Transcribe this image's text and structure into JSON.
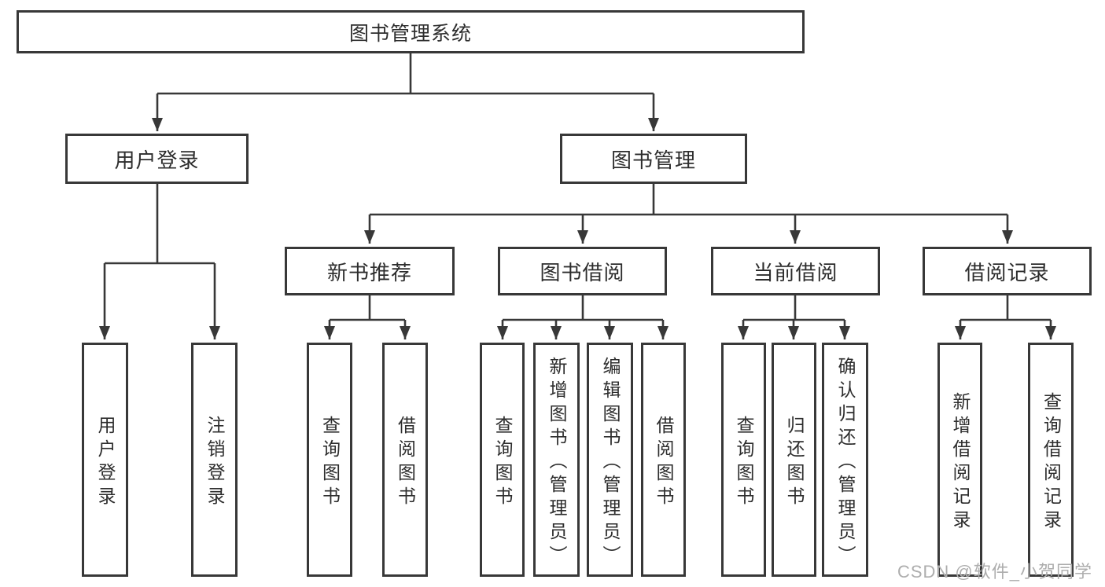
{
  "diagram": {
    "type": "hierarchy-diagram",
    "colors": {
      "line": "#383838",
      "box_border": "#383838",
      "text": "#2d2d2d",
      "watermark": "#adadad",
      "background": "#ffffff"
    },
    "watermark": "CSDN @软件_小贺同学",
    "nodes": {
      "root": {
        "label": "图书管理系统"
      },
      "user_login": {
        "label": "用户登录"
      },
      "book_mgmt": {
        "label": "图书管理"
      },
      "new_book_rec": {
        "label": "新书推荐"
      },
      "book_borrow": {
        "label": "图书借阅"
      },
      "current_borrow": {
        "label": "当前借阅"
      },
      "borrow_record": {
        "label": "借阅记录"
      },
      "leaf_user_login": {
        "label": "用户登录"
      },
      "leaf_logout": {
        "label": "注销登录"
      },
      "leaf_query_book_1": {
        "label": "查询图书"
      },
      "leaf_borrow_book_1": {
        "label": "借阅图书"
      },
      "leaf_query_book_2": {
        "label": "查询图书"
      },
      "leaf_add_book": {
        "label": "新增图书（管理员）"
      },
      "leaf_edit_book": {
        "label": "编辑图书（管理员）"
      },
      "leaf_borrow_book_2": {
        "label": "借阅图书"
      },
      "leaf_query_book_3": {
        "label": "查询图书"
      },
      "leaf_return_book": {
        "label": "归还图书"
      },
      "leaf_confirm_return": {
        "label": "确认归还（管理员）"
      },
      "leaf_add_record": {
        "label": "新增借阅记录"
      },
      "leaf_query_record": {
        "label": "查询借阅记录"
      }
    },
    "structure": {
      "root": [
        "user_login",
        "book_mgmt"
      ],
      "user_login": [
        "leaf_user_login",
        "leaf_logout"
      ],
      "book_mgmt": [
        "new_book_rec",
        "book_borrow",
        "current_borrow",
        "borrow_record"
      ],
      "new_book_rec": [
        "leaf_query_book_1",
        "leaf_borrow_book_1"
      ],
      "book_borrow": [
        "leaf_query_book_2",
        "leaf_add_book",
        "leaf_edit_book",
        "leaf_borrow_book_2"
      ],
      "current_borrow": [
        "leaf_query_book_3",
        "leaf_return_book",
        "leaf_confirm_return"
      ],
      "borrow_record": [
        "leaf_add_record",
        "leaf_query_record"
      ]
    }
  }
}
